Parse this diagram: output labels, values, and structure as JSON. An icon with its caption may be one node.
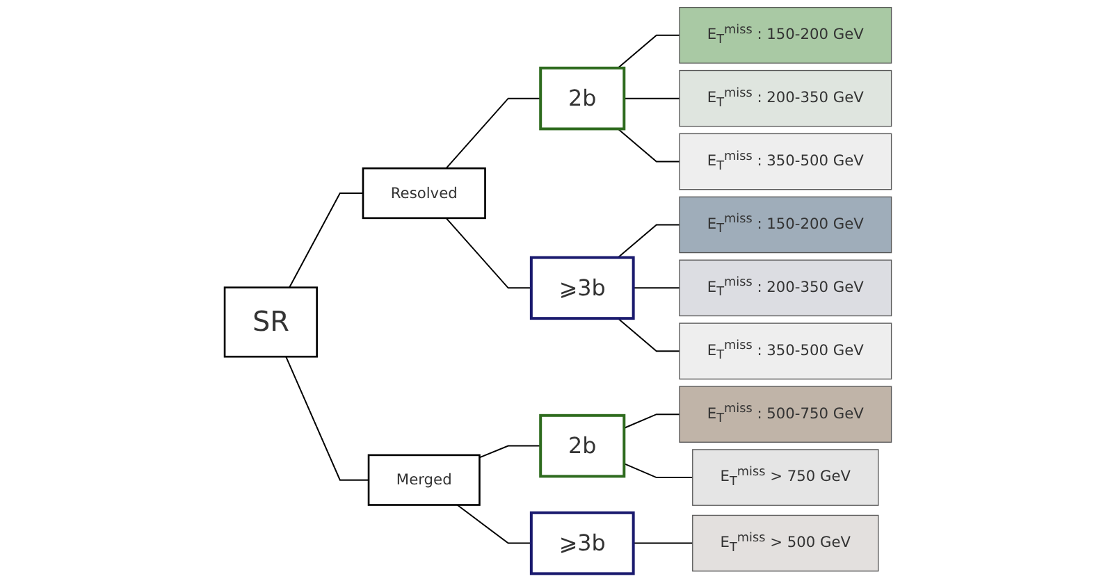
{
  "diagram": {
    "nodes": [
      {
        "text": [
          "SR"
        ]
      },
      {
        "text": [
          "Resolved"
        ]
      },
      {
        "text": [
          "2b"
        ]
      },
      {
        "text": [
          "E$_{T}$$^{miss}$ : 150-200 GeV"
        ]
      },
      {
        "text": [
          "E$_{T}$$^{miss}$ : 200-350 GeV"
        ]
      },
      {
        "text": [
          "E$_{T}$$^{miss}$ : 350-500 GeV"
        ]
      },
      {
        "text": [
          "⩾3b"
        ]
      },
      {
        "text": [
          "E$_{T}$$^{miss}$ : 150-200 GeV"
        ]
      },
      {
        "text": [
          "E$_{T}$$^{miss}$ : 200-350 GeV"
        ]
      },
      {
        "text": [
          "E$_{T}$$^{miss}$ : 350-500 GeV"
        ]
      },
      {
        "text": [
          "Merged"
        ]
      },
      {
        "text": [
          "2b"
        ]
      },
      {
        "text": [
          "E$_{T}$$^{miss}$ : 500-750 GeV"
        ]
      },
      {
        "text": [
          "E$_{T}$$^{miss}$ > 750 GeV"
        ]
      },
      {
        "text": [
          "⩾3b"
        ]
      },
      {
        "text": [
          "E$_{T}$$^{miss}$ > 500 GeV"
        ]
      }
    ],
    "edges": [
      {
        "from": 0,
        "to": 1,
        "arrow": "none"
      },
      {
        "from": 0,
        "to": 10,
        "arrow": "none"
      },
      {
        "from": 1,
        "to": 2,
        "arrow": "none"
      },
      {
        "from": 1,
        "to": 6,
        "arrow": "none"
      },
      {
        "from": 2,
        "to": 3,
        "arrow": "none"
      },
      {
        "from": 2,
        "to": 4,
        "arrow": "none"
      },
      {
        "from": 2,
        "to": 5,
        "arrow": "none"
      },
      {
        "from": 6,
        "to": 7,
        "arrow": "none"
      },
      {
        "from": 6,
        "to": 8,
        "arrow": "none"
      },
      {
        "from": 6,
        "to": 9,
        "arrow": "none"
      },
      {
        "from": 10,
        "to": 11,
        "arrow": "none"
      },
      {
        "from": 10,
        "to": 14,
        "arrow": "none"
      },
      {
        "from": 11,
        "to": 12,
        "arrow": "none"
      },
      {
        "from": 11,
        "to": 13,
        "arrow": "none"
      },
      {
        "from": 14,
        "to": 15,
        "arrow": "none"
      }
    ]
  }
}
